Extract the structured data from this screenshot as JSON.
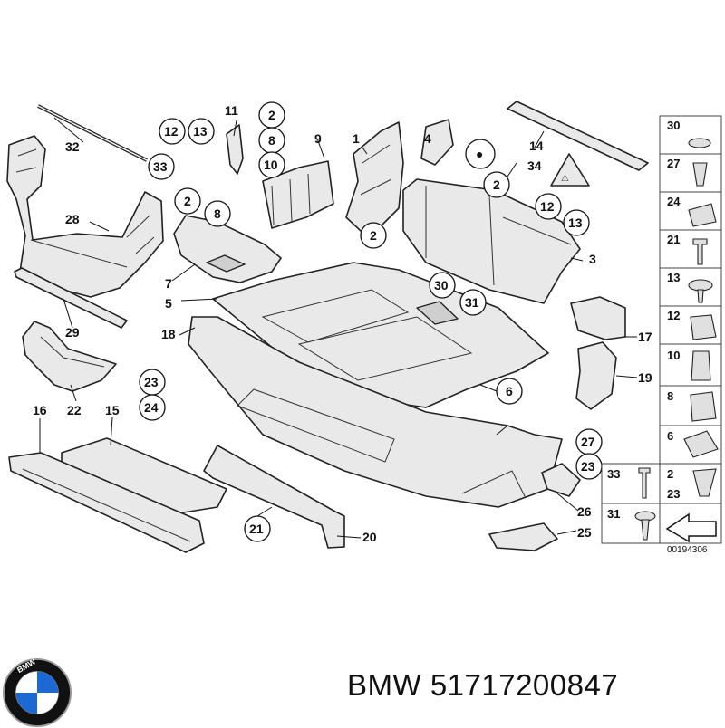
{
  "diagram": {
    "reference_code": "00194306",
    "part_numbers": [
      "1",
      "2",
      "3",
      "4",
      "5",
      "6",
      "7",
      "8",
      "9",
      "10",
      "11",
      "12",
      "13",
      "14",
      "15",
      "16",
      "17",
      "18",
      "19",
      "20",
      "21",
      "22",
      "23",
      "24",
      "25",
      "26",
      "27",
      "28",
      "29",
      "30",
      "31",
      "32",
      "33",
      "34"
    ],
    "legend": [
      {
        "a": "30"
      },
      {
        "a": "27"
      },
      {
        "a": "24"
      },
      {
        "a": "21"
      },
      {
        "a": "13"
      },
      {
        "a": "12"
      },
      {
        "a": "10"
      },
      {
        "a": "8"
      },
      {
        "a": "6"
      },
      {
        "a": "33",
        "b": "2"
      },
      {
        "b": "23"
      },
      {
        "a": "31"
      }
    ]
  },
  "brand": {
    "text": "BMW 51717200847",
    "logo_letters": "BMW",
    "colors": {
      "blue": "#1c69d4",
      "black": "#111111",
      "silver": "#c8c8c8"
    }
  }
}
